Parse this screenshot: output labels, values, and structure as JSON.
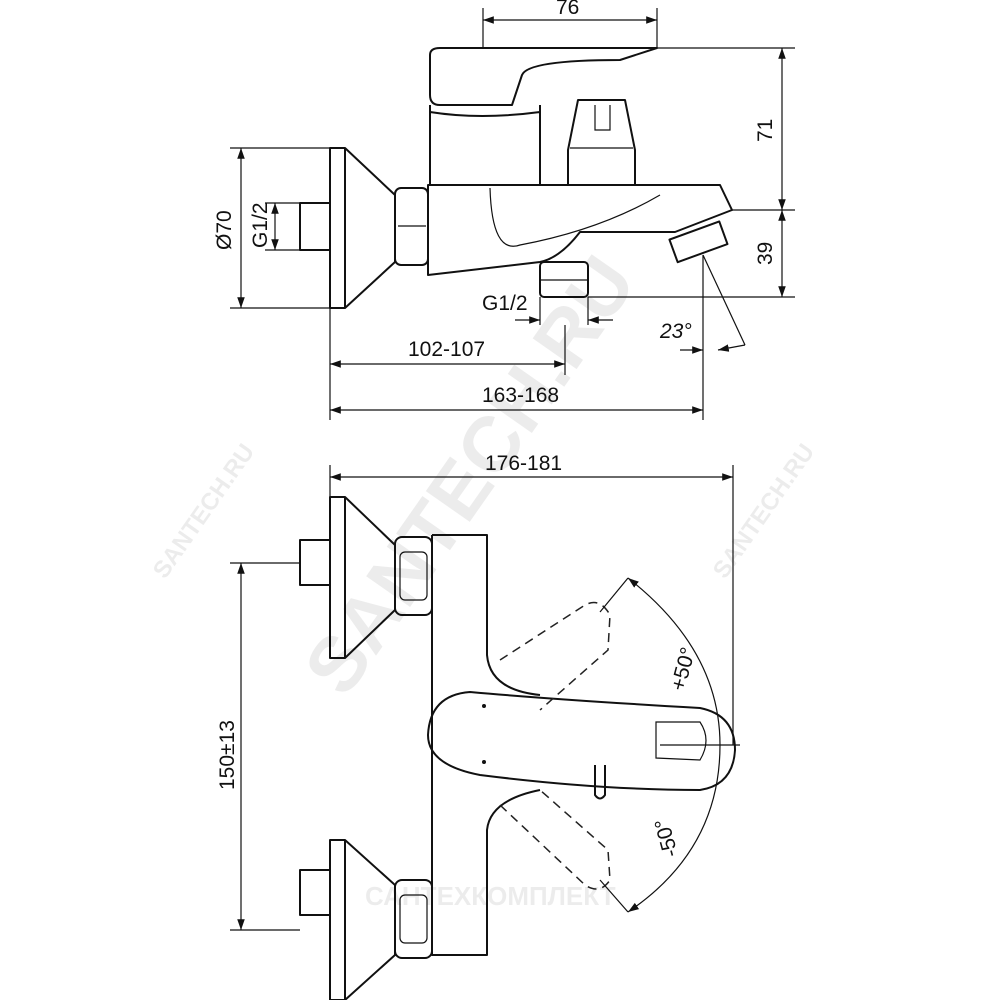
{
  "drawing": {
    "top_view": {
      "dims": {
        "lever_length": "76",
        "height": "71",
        "spout_height": "39",
        "flange_diameter": "Ø70",
        "inlet_thread": "G1/2",
        "outlet_thread": "G1/2",
        "outlet_distance": "102-107",
        "spout_reach": "163-168",
        "spout_angle": "23°"
      }
    },
    "front_view": {
      "dims": {
        "overall_width": "176-181",
        "centre_distance": "150±13",
        "rotation_plus": "+50°",
        "rotation_minus": "-50°"
      }
    },
    "watermarks": {
      "main": "SANTECH.RU",
      "small_left": "SANTECH.RU",
      "small_right": "SANTECH.RU",
      "bottom": "САНТЕХКОМПЛЕКТ"
    }
  }
}
